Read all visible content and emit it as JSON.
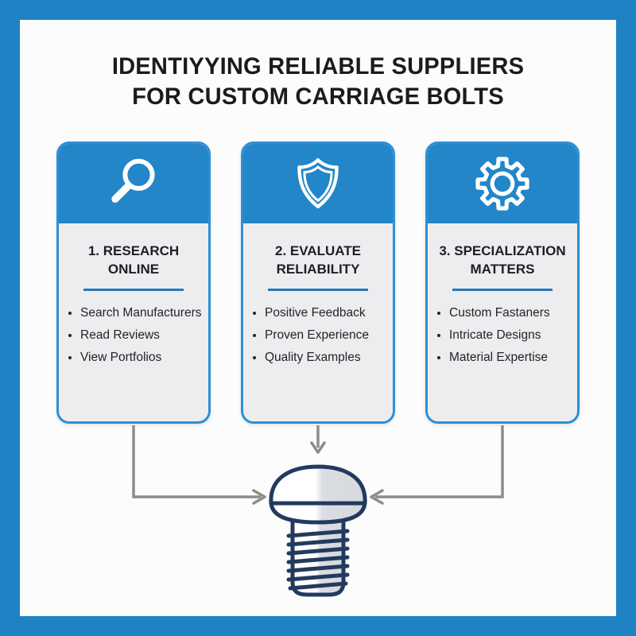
{
  "page": {
    "title_line1": "IDENTIYYING RELIABLE SUPPLIERS",
    "title_line2": "FOR CUSTOM CARRIAGE BOLTS"
  },
  "theme": {
    "outer_border_blue": "#1f82c4",
    "card_header_blue": "#2286c8",
    "card_border_blue": "#2e8fd4",
    "card_body_gray": "#ededef",
    "divider_blue": "#2878ba",
    "title_text": "#1b1b1d",
    "body_text": "#242428",
    "arrow_gray": "#8c8c8c",
    "bolt_outline_navy": "#233a5e"
  },
  "cards": [
    {
      "icon": "magnifier-icon",
      "title_line1": "1. RESEARCH",
      "title_line2": "ONLINE",
      "bullets": [
        "Search Manufacturers",
        "Read Reviews",
        "View Portfolios"
      ]
    },
    {
      "icon": "shield-icon",
      "title_line1": "2. EVALUATE",
      "title_line2": "RELIABILITY",
      "bullets": [
        "Positive Feedback",
        "Proven Experience",
        "Quality Examples"
      ]
    },
    {
      "icon": "gear-icon",
      "title_line1": "3. SPECIALIZATION",
      "title_line2": "MATTERS",
      "bullets": [
        "Custom Fastaners",
        "Intricate Designs",
        "Material Expertise"
      ]
    }
  ],
  "figure": {
    "name": "carriage-bolt-illustration",
    "connectors": [
      "card-1-to-bolt",
      "card-2-to-bolt",
      "card-3-to-bolt"
    ]
  }
}
